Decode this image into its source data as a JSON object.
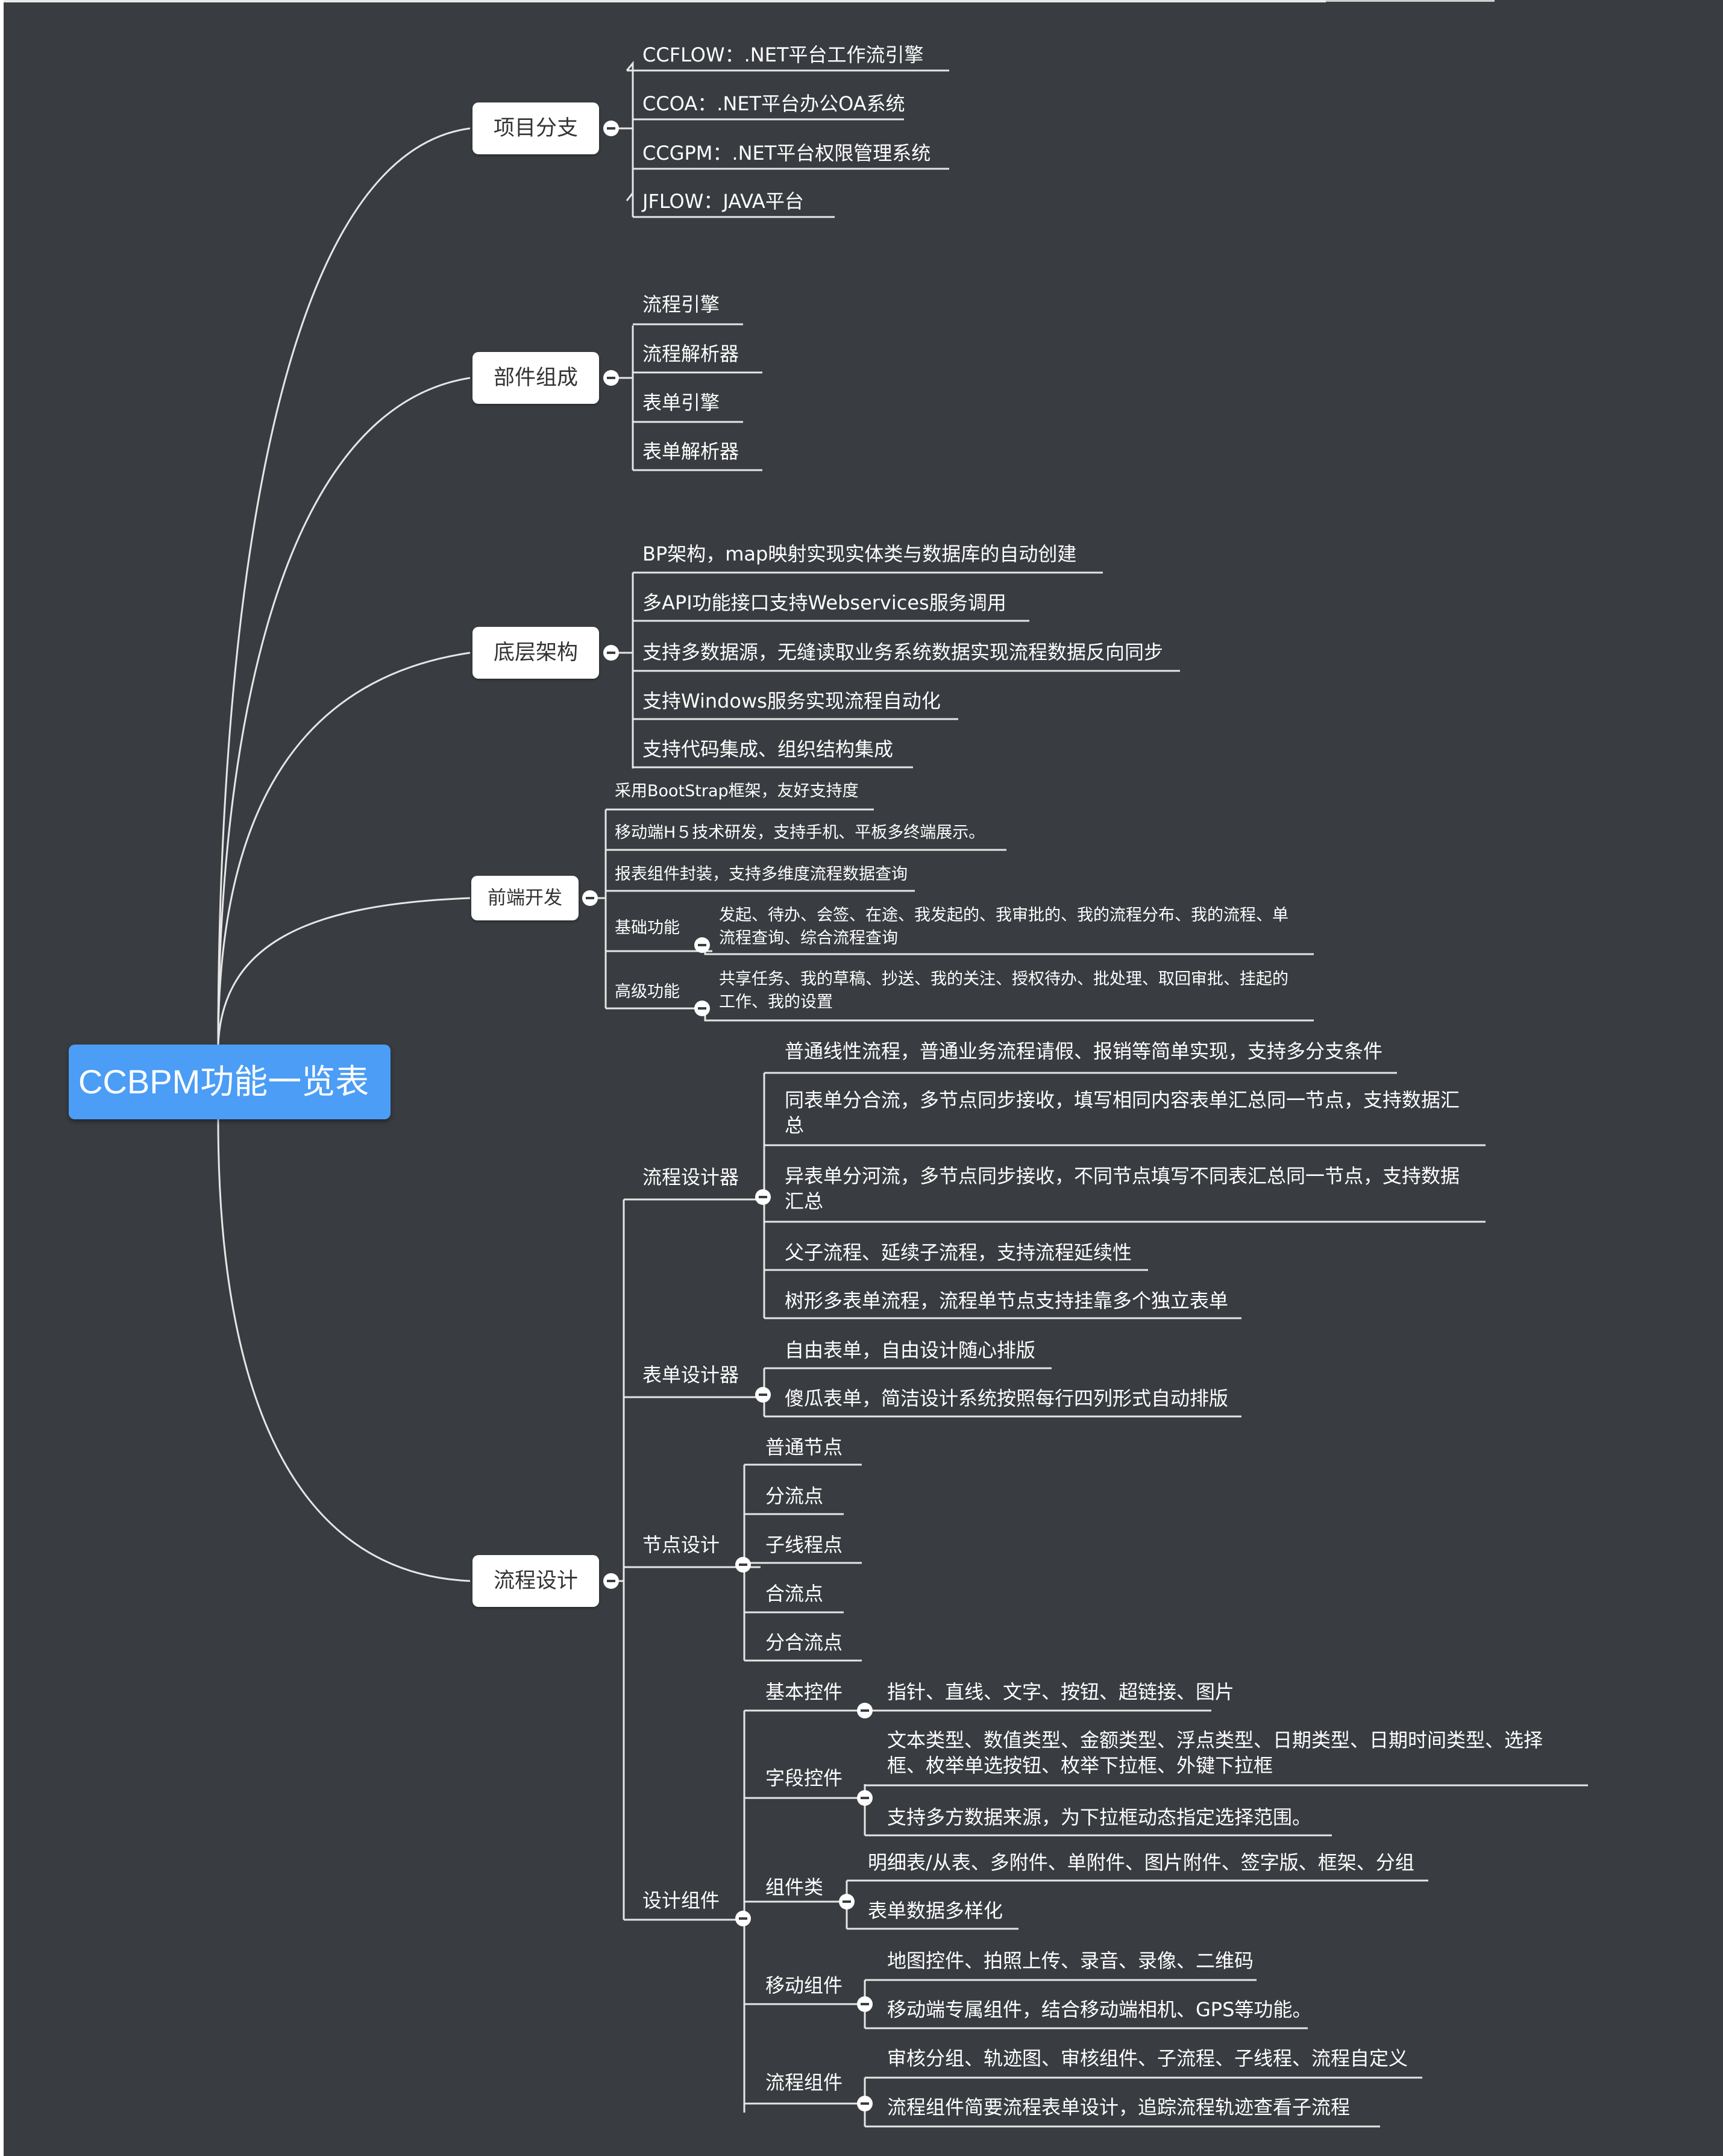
{
  "root": "CCBPM功能一览表",
  "b1": {
    "label": "项目分支",
    "items": [
      "CCFLOW：.NET平台工作流引擎",
      "CCOA：.NET平台办公OA系统",
      "CCGPM：.NET平台权限管理系统",
      "JFLOW：JAVA平台"
    ]
  },
  "b2": {
    "label": "部件组成",
    "items": [
      "流程引擎",
      "流程解析器",
      "表单引擎",
      "表单解析器"
    ]
  },
  "b3": {
    "label": "底层架构",
    "items": [
      "BP架构，map映射实现实体类与数据库的自动创建",
      "多API功能接口支持Webservices服务调用",
      "支持多数据源，无缝读取业务系统数据实现流程数据反向同步",
      "支持Windows服务实现流程自动化",
      "支持代码集成、组织结构集成"
    ]
  },
  "b4": {
    "label": "前端开发",
    "items": [
      "采用BootStrap框架，友好支持度",
      "移动端H５技术研发，支持手机、平板多终端展示。",
      "报表组件封装，支持多维度流程数据查询"
    ],
    "basic": {
      "label": "基础功能",
      "text": "发起、待办、会签、在途、我发起的、我审批的、我的流程分布、我的流程、单流程查询、综合流程查询"
    },
    "advanced": {
      "label": "高级功能",
      "text": "共享任务、我的草稿、抄送、我的关注、授权待办、批处理、取回审批、挂起的工作、我的设置"
    }
  },
  "b5": {
    "label": "流程设计",
    "flow": {
      "label": "流程设计器",
      "items": [
        "普通线性流程，普通业务流程请假、报销等简单实现，支持多分支条件",
        "同表单分合流，多节点同步接收，填写相同内容表单汇总同一节点，支持数据汇总",
        "异表单分河流，多节点同步接收，不同节点填写不同表汇总同一节点，支持数据汇总",
        "父子流程、延续子流程，支持流程延续性",
        "树形多表单流程，流程单节点支持挂靠多个独立表单"
      ]
    },
    "form": {
      "label": "表单设计器",
      "items": [
        "自由表单，自由设计随心排版",
        "傻瓜表单，简洁设计系统按照每行四列形式自动排版"
      ]
    },
    "node": {
      "label": "节点设计",
      "items": [
        "普通节点",
        "分流点",
        "子线程点",
        "合流点",
        "分合流点"
      ]
    },
    "comp": {
      "label": "设计组件",
      "basic": {
        "label": "基本控件",
        "items": [
          "指针、直线、文字、按钮、超链接、图片"
        ]
      },
      "field": {
        "label": "字段控件",
        "items": [
          "文本类型、数值类型、金额类型、浮点类型、日期类型、日期时间类型、选择框、枚举单选按钮、枚举下拉框、外键下拉框",
          "支持多方数据来源，为下拉框动态指定选择范围。"
        ]
      },
      "group": {
        "label": "组件类",
        "items": [
          "明细表/从表、多附件、单附件、图片附件、签字版、框架、分组",
          "表单数据多样化"
        ]
      },
      "mobile": {
        "label": "移动组件",
        "items": [
          "地图控件、拍照上传、录音、录像、二维码",
          "移动端专属组件，结合移动端相机、GPS等功能。"
        ]
      },
      "flowc": {
        "label": "流程组件",
        "items": [
          "审核分组、轨迹图、审核组件、子流程、子线程、流程自定义",
          "流程组件简要流程表单设计，追踪流程轨迹查看子流程"
        ]
      }
    }
  }
}
